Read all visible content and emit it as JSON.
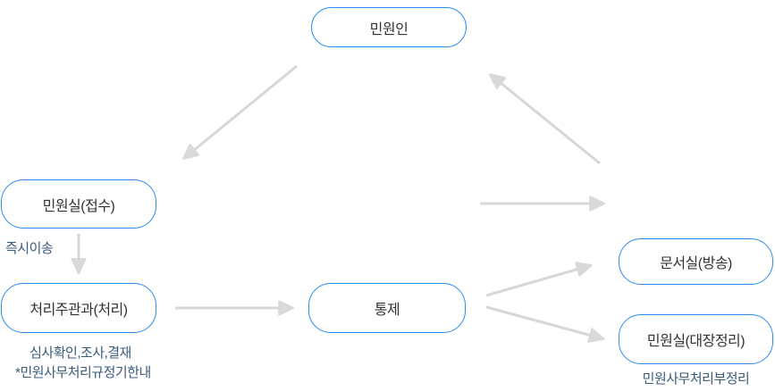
{
  "nodes": {
    "petitioner": {
      "label": "민원인"
    },
    "reception": {
      "label": "민원실(접수)"
    },
    "handling_dept": {
      "label": "처리주관과(처리)"
    },
    "control": {
      "label": "통제"
    },
    "document_room": {
      "label": "문서실(방송)"
    },
    "ledger_room": {
      "label": "민원실(대장정리)"
    }
  },
  "annotations": {
    "immediate_transfer": {
      "label": "즉시이송"
    },
    "handling_note_line1": {
      "label": "심사확인,조사,결재"
    },
    "handling_note_line2": {
      "label": "*민원사무처리규정기한내"
    },
    "ledger_note": {
      "label": "민원사무처리부정리"
    }
  },
  "edges": [
    {
      "name": "petitioner-to-reception",
      "from": "민원인",
      "to": "민원실(접수)"
    },
    {
      "name": "reception-to-handling-dept",
      "from": "민원실(접수)",
      "to": "처리주관과(처리)",
      "label": "즉시이송"
    },
    {
      "name": "handling-dept-to-control",
      "from": "처리주관과(처리)",
      "to": "통제"
    },
    {
      "name": "mid-right-arrow",
      "direction": "right"
    },
    {
      "name": "up-right-to-petitioner",
      "to": "민원인",
      "direction": "up-left"
    },
    {
      "name": "control-to-document-room",
      "from": "통제",
      "to": "문서실(방송)"
    },
    {
      "name": "control-to-ledger-room",
      "from": "통제",
      "to": "민원실(대장정리)"
    }
  ],
  "colors": {
    "box_border": "#2d8cf0",
    "box_text": "#333333",
    "annotation_text": "#3b5b7d",
    "arrow": "#d7d7d7",
    "background": "#ffffff"
  }
}
